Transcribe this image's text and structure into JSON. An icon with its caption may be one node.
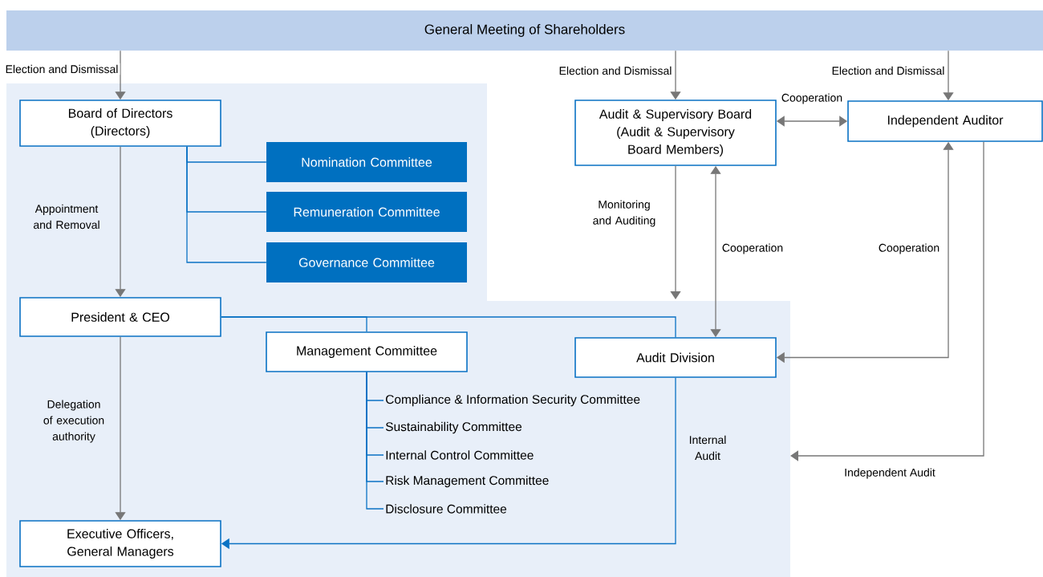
{
  "diagram": {
    "nodes": [
      {
        "text": [
          "General Meeting of Shareholders"
        ]
      },
      {
        "text": [
          "Board of Directors (Directors)"
        ]
      },
      {
        "text": [
          "Nomination Committee"
        ]
      },
      {
        "text": [
          "Remuneration Committee"
        ]
      },
      {
        "text": [
          "Governance Committee"
        ]
      },
      {
        "text": [
          "Audit & Supervisory Board (Audit & Supervisory Board Members)"
        ]
      },
      {
        "text": [
          "Independent Auditor"
        ]
      },
      {
        "text": [
          "President & CEO"
        ]
      },
      {
        "text": [
          "Management Committee"
        ]
      },
      {
        "text": [
          "Compliance & Information Security Committee"
        ]
      },
      {
        "text": [
          "Sustainability Committee"
        ]
      },
      {
        "text": [
          "Internal Control Committee"
        ]
      },
      {
        "text": [
          "Risk Management Committee"
        ]
      },
      {
        "text": [
          "Disclosure Committee"
        ]
      },
      {
        "text": [
          "Audit Division"
        ]
      },
      {
        "text": [
          "Executive Officers, General Managers"
        ]
      }
    ],
    "edges": [
      {
        "from": 0,
        "to": 1,
        "arrow": "to",
        "color": "#777777",
        "label": "Election and Dismissal"
      },
      {
        "from": 0,
        "to": 5,
        "arrow": "to",
        "color": "#777777",
        "label": "Election and Dismissal"
      },
      {
        "from": 0,
        "to": 6,
        "arrow": "to",
        "color": "#777777",
        "label": "Election and Dismissal"
      },
      {
        "from": 5,
        "to": 6,
        "arrow": "both",
        "color": "#777777",
        "label": "Cooperation"
      },
      {
        "from": 1,
        "to": 2,
        "arrow": "none"
      },
      {
        "from": 1,
        "to": 3,
        "arrow": "none"
      },
      {
        "from": 1,
        "to": 4,
        "arrow": "none"
      },
      {
        "from": 1,
        "to": 7,
        "arrow": "to",
        "color": "#777777",
        "label": "Appointment and Removal"
      },
      {
        "from": 7,
        "to": 15,
        "arrow": "to",
        "color": "#777777",
        "label": "Delegation of execution authority"
      },
      {
        "from": 7,
        "to": 8,
        "arrow": "none"
      },
      {
        "from": 7,
        "to": 14,
        "arrow": "none"
      },
      {
        "from": 8,
        "to": 9,
        "arrow": "none"
      },
      {
        "from": 8,
        "to": 10,
        "arrow": "none"
      },
      {
        "from": 8,
        "to": 11,
        "arrow": "none"
      },
      {
        "from": 8,
        "to": 12,
        "arrow": "none"
      },
      {
        "from": 8,
        "to": 13,
        "arrow": "none"
      },
      {
        "from": 5,
        "to": null,
        "arrow": "to",
        "color": "#777777",
        "label": "Monitoring and Auditing"
      },
      {
        "from": 14,
        "to": 5,
        "arrow": "both",
        "color": "#777777",
        "label": "Cooperation"
      },
      {
        "from": 6,
        "to": 14,
        "arrow": "both",
        "color": "#777777",
        "label": "Cooperation"
      },
      {
        "from": 6,
        "to": null,
        "arrow": "to",
        "color": "#777777",
        "label": "Independent Audit"
      },
      {
        "from": 14,
        "to": 15,
        "arrow": "to",
        "label": "Internal Audit"
      }
    ]
  }
}
